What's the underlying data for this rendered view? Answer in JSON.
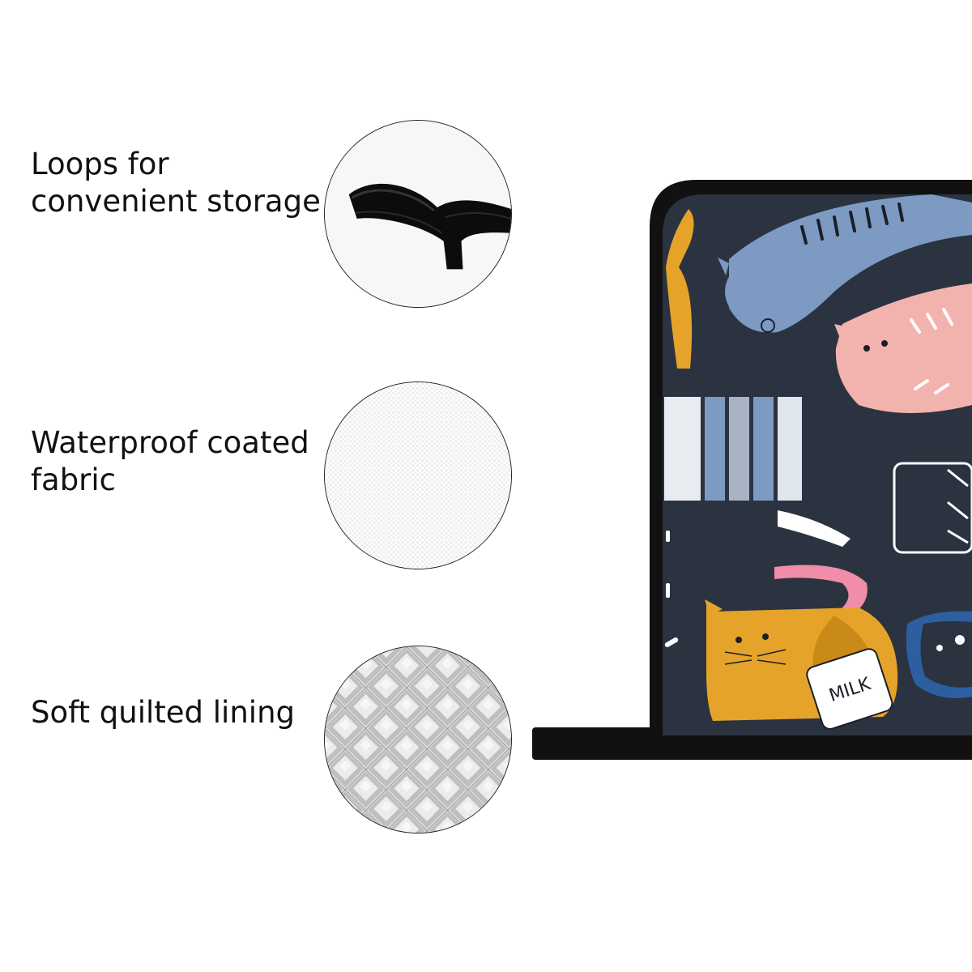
{
  "features": [
    {
      "line1": "Loops for",
      "line2": "convenient storage",
      "icon": "loop-strap-icon"
    },
    {
      "line1": "Waterproof coated",
      "line2": "fabric",
      "icon": "fabric-texture-icon"
    },
    {
      "line1": "Soft quilted lining",
      "line2": "",
      "icon": "quilted-lining-icon"
    }
  ],
  "product": {
    "print_text": "MILK",
    "colors": {
      "fabric": "#2b3340",
      "binding": "#111111",
      "blue_cat": "#7d9ac3",
      "pink_cat": "#f2b3ae",
      "orange_cat": "#e6a32a",
      "dark_blue_cat": "#2d5fa0"
    }
  }
}
